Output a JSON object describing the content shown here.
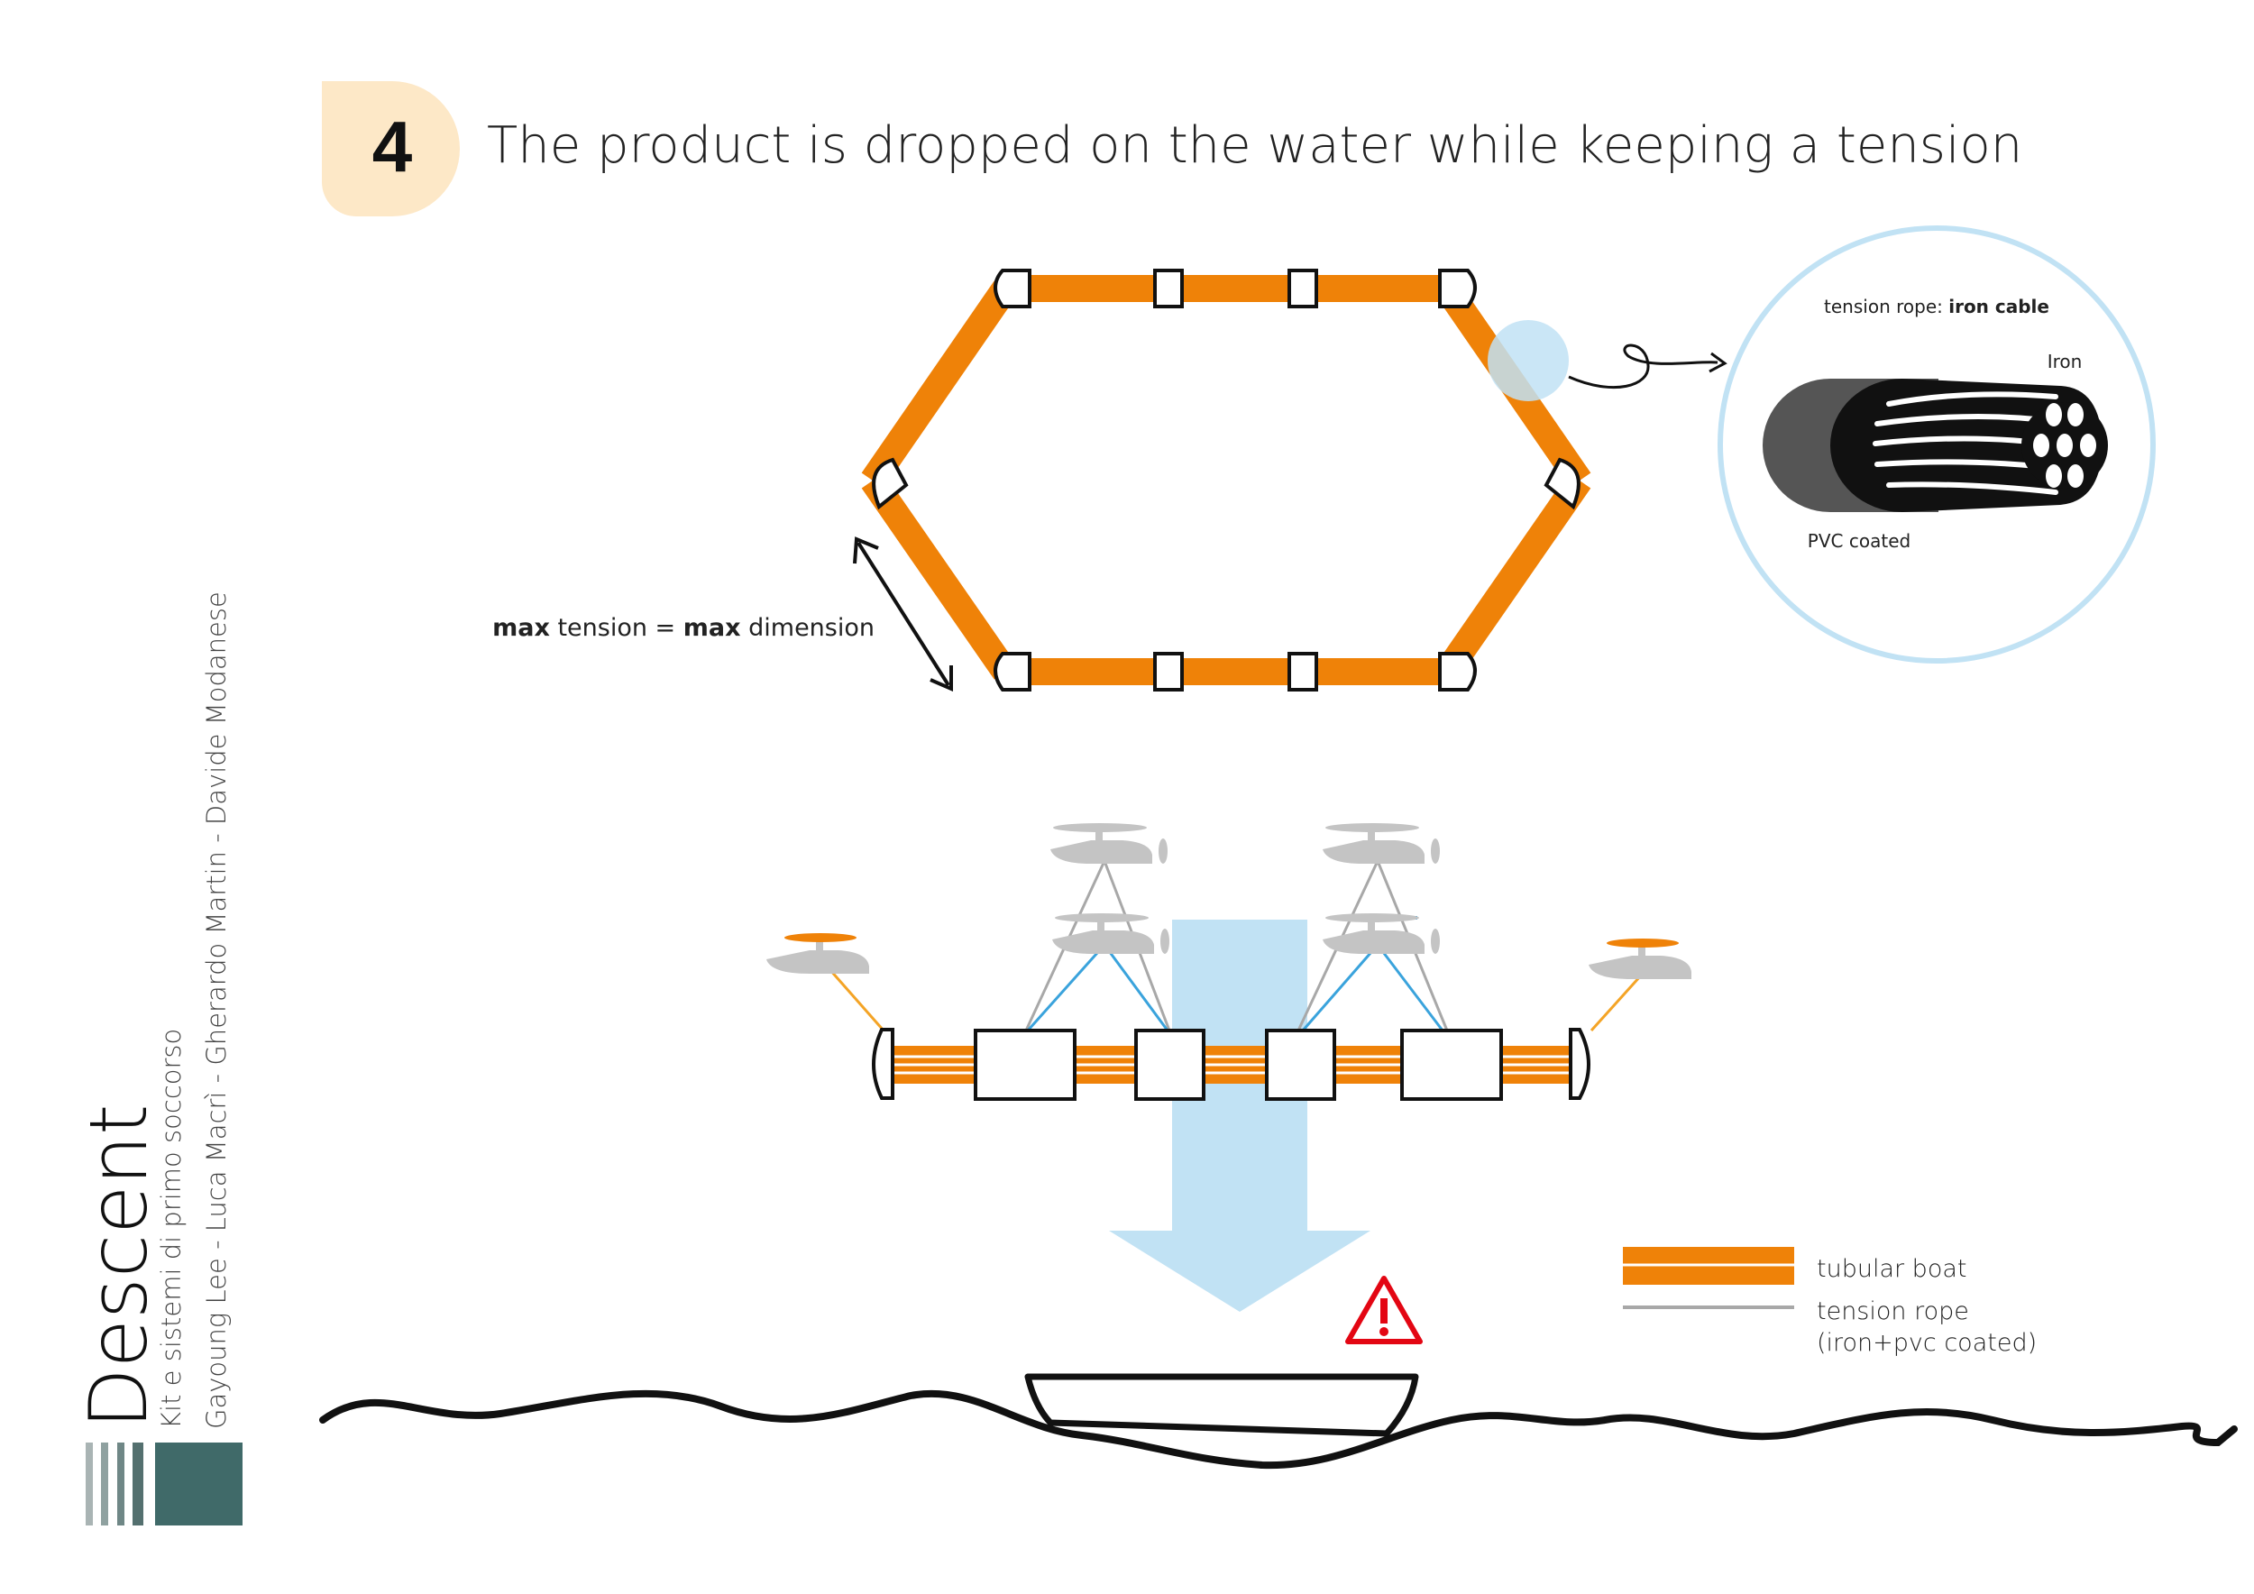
{
  "step": {
    "number": "4",
    "title": "The product is dropped on the water while keeping a tension"
  },
  "hexagon": {
    "annotation_bold_1": "max",
    "annotation_text_1": " tension = ",
    "annotation_bold_2": "max",
    "annotation_text_2": " dimension"
  },
  "cable_detail": {
    "title_prefix": "tension rope: ",
    "title_bold": "iron cable",
    "iron_label": "Iron",
    "pvc_label": "PVC coated"
  },
  "legend": {
    "items": [
      {
        "label": "tubular boat"
      },
      {
        "label": "tension rope",
        "sublabel": "(iron+pvc coated)"
      }
    ]
  },
  "sidebar": {
    "brand": "Descent",
    "course": "Kit e sistemi di primo soccorso",
    "authors": "Gayoung Lee - Luca Macrì - Gherardo Martin - Davide Modanese"
  },
  "colors": {
    "accent_orange": "#ef8208",
    "step_badge": "#fde8c7",
    "light_blue": "#c1e2f4",
    "drone_gray": "#c4c4c4",
    "rope_gray": "#a8a8a8",
    "rope_blue": "#3aa3dc",
    "warning_red": "#e30613",
    "brand_teal": "#406a69"
  },
  "icons": [
    "warning-icon",
    "drone-icon",
    "arrow-down-icon",
    "double-arrow-icon"
  ]
}
